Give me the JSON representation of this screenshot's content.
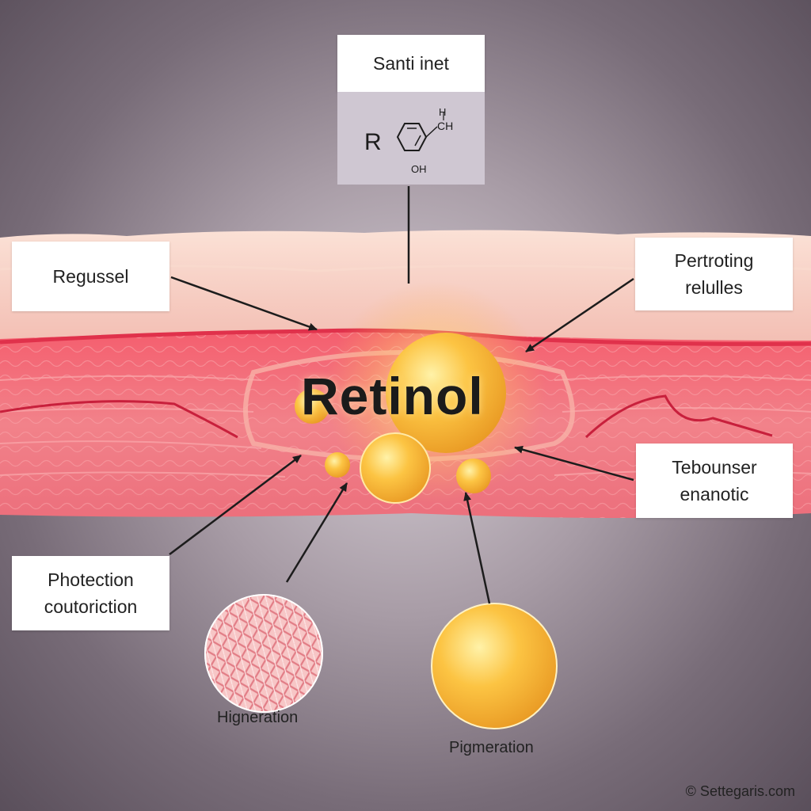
{
  "title": "Retinol",
  "top_label": "Santi inet",
  "formula": {
    "r": "R",
    "h_top": "H",
    "ch": "CH",
    "oh": "OH"
  },
  "labels": {
    "left_upper": [
      "Regussel"
    ],
    "right_upper": [
      "Pertroting",
      "relulles"
    ],
    "right_lower": [
      "Tebounser",
      "enanotic"
    ],
    "left_lower": [
      "Photection",
      "coutoriction"
    ]
  },
  "captions": {
    "texture": "Higneration",
    "sphere": "Pigmeration"
  },
  "copyright": "© Settegaris.com",
  "colors": {
    "skin_top": "#f6cdc0",
    "dermis": "#f0707c",
    "membrane": "#e23a52",
    "retinol_gold": "#f6b43a"
  },
  "icons": [
    "retinol-molecule-icon",
    "skin-texture-icon"
  ]
}
